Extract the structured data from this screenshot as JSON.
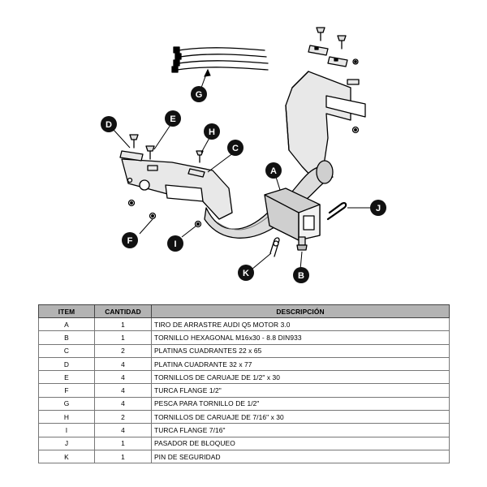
{
  "callouts": {
    "A": "A",
    "B": "B",
    "C": "C",
    "D": "D",
    "E": "E",
    "F": "F",
    "G": "G",
    "H": "H",
    "I": "I",
    "J": "J",
    "K": "K"
  },
  "colors": {
    "callout_fill": "#111111",
    "header_fill": "#b3b3b3",
    "line": "#000000"
  },
  "table": {
    "headers": {
      "item": "ITEM",
      "cantidad": "CANTIDAD",
      "descripcion": "DESCRIPCIÓN"
    },
    "rows": [
      {
        "item": "A",
        "cantidad": "1",
        "descripcion": "TIRO DE ARRASTRE AUDI Q5 MOTOR 3.0"
      },
      {
        "item": "B",
        "cantidad": "1",
        "descripcion": "TORNILLO  HEXAGONAL M16x30 - 8.8 DIN933"
      },
      {
        "item": "C",
        "cantidad": "2",
        "descripcion": "PLATINAS CUADRANTES 22 x 65"
      },
      {
        "item": "D",
        "cantidad": "4",
        "descripcion": "PLATINA CUADRANTE 32 x 77"
      },
      {
        "item": "E",
        "cantidad": "4",
        "descripcion": "TORNILLOS DE CARUAJE DE 1/2\" x 30"
      },
      {
        "item": "F",
        "cantidad": "4",
        "descripcion": "TURCA FLANGE 1/2\""
      },
      {
        "item": "G",
        "cantidad": "4",
        "descripcion": "PESCA PARA TORNILLO DE 1/2\""
      },
      {
        "item": "H",
        "cantidad": "2",
        "descripcion": "TORNILLOS DE CARUAJE DE 7/16\" x 30"
      },
      {
        "item": "I",
        "cantidad": "4",
        "descripcion": "TURCA FLANGE 7/16\""
      },
      {
        "item": "J",
        "cantidad": "1",
        "descripcion": "PASADOR DE BLOQUEO"
      },
      {
        "item": "K",
        "cantidad": "1",
        "descripcion": "PIN DE SEGURIDAD"
      }
    ]
  }
}
